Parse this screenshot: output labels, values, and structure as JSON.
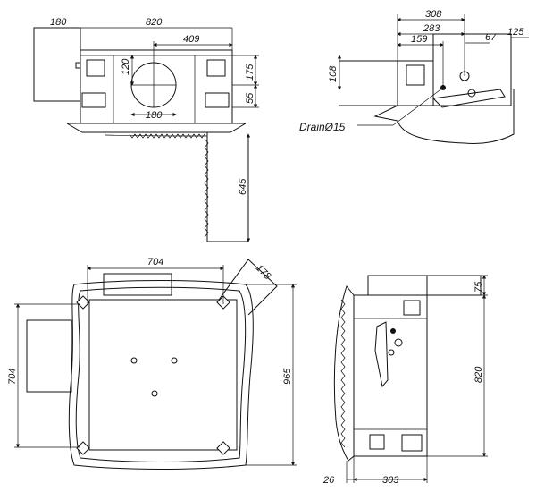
{
  "dimensions": {
    "top_view": {
      "left_unit_width": "180",
      "total_width": "820",
      "duct_offset": "409",
      "duct_height": "120",
      "duct_width": "180",
      "body_height": "175",
      "lower_height": "55",
      "drop_length": "645"
    },
    "side_view": {
      "d308": "308",
      "d283": "283",
      "d159": "159",
      "d67": "67",
      "d125": "125",
      "d108": "108",
      "drain_label": "DrainØ15"
    },
    "plan_view": {
      "top_span": "704",
      "left_span": "704",
      "corner": "178",
      "height": "965"
    },
    "front_view": {
      "top_height": "75",
      "body_height": "820",
      "depth_small": "26",
      "depth": "303"
    }
  },
  "colors": {
    "line": "#111111",
    "background": "#ffffff"
  }
}
